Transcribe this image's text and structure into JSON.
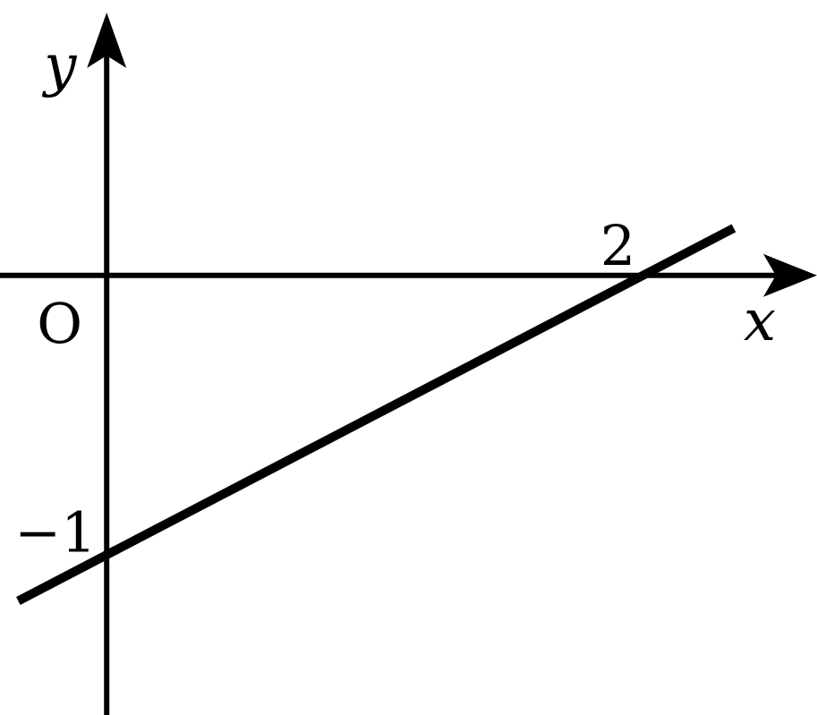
{
  "chart_data": {
    "type": "line",
    "xlabel": "x",
    "ylabel": "y",
    "origin_label": "O",
    "x_tick_labels": [
      "2"
    ],
    "y_tick_labels": [
      "−1"
    ],
    "xlim": [
      -0.41,
      2.73
    ],
    "ylim": [
      -1.58,
      0.99
    ],
    "series": [
      {
        "x": [
          -0.34,
          2.41
        ],
        "y": [
          -1.17,
          0.17
        ]
      }
    ],
    "key_points": [
      {
        "x": 2,
        "y": 0
      },
      {
        "x": 0,
        "y": -1
      }
    ],
    "grid": false,
    "legend": "none"
  }
}
